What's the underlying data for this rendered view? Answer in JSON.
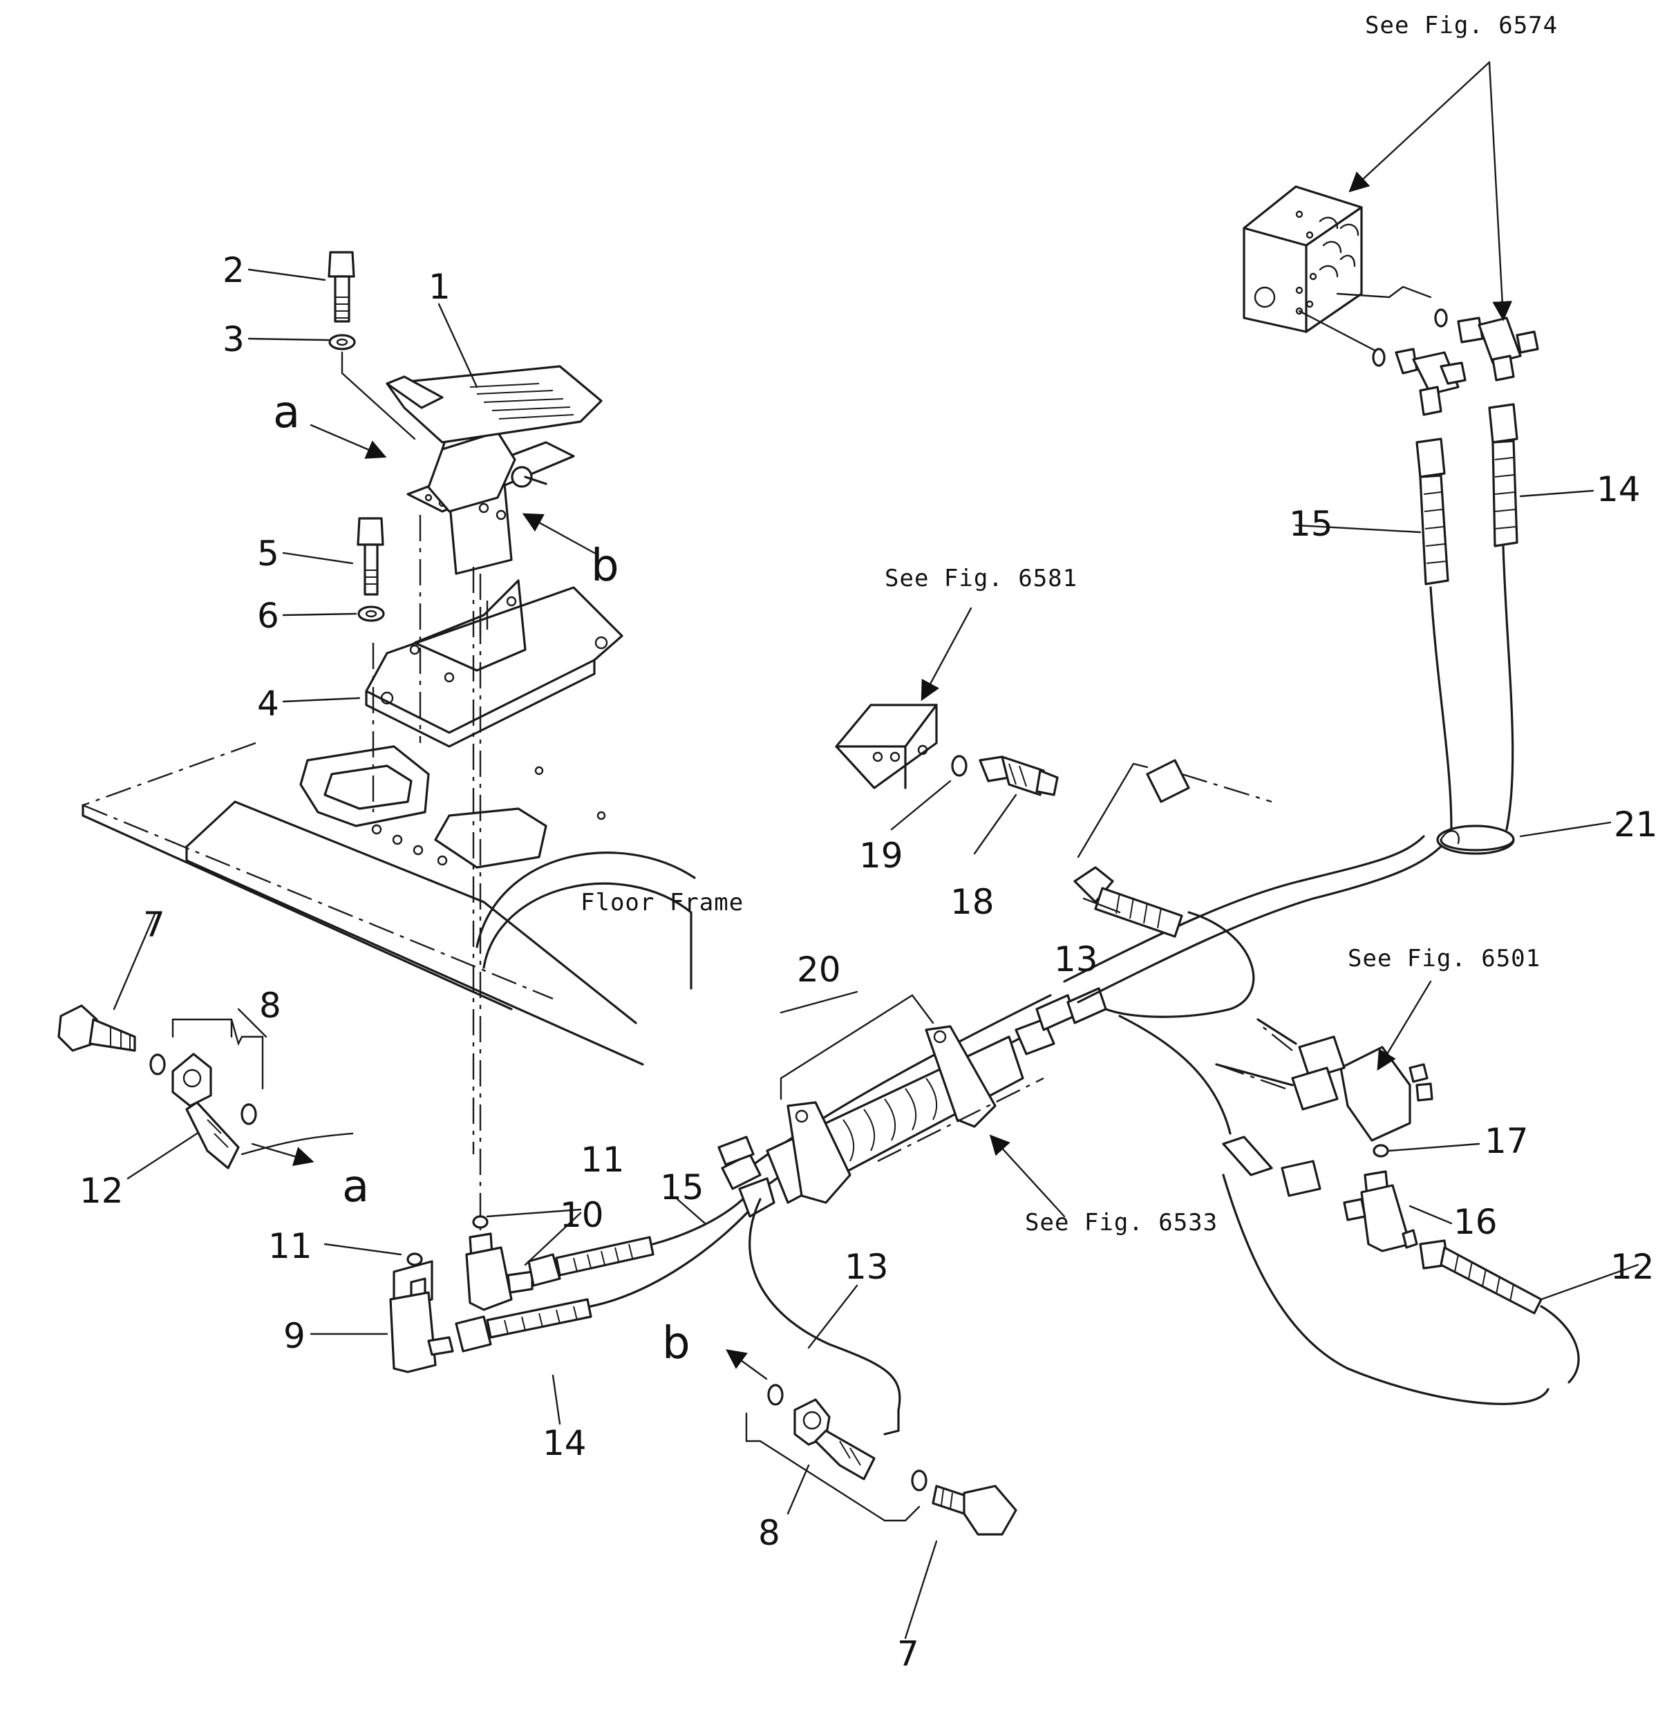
{
  "references": {
    "fig_6574": "See  Fig.  6574",
    "fig_6581": "See  Fig.  6581",
    "fig_6501": "See  Fig.  6501",
    "fig_6533": "See  Fig.  6533",
    "floor_frame": "Floor  Frame"
  },
  "view_markers": {
    "a_pedal": "a",
    "a_hose": "a",
    "b_pedal": "b",
    "b_hose": "b"
  },
  "callouts": {
    "p1": "1",
    "p2": "2",
    "p3": "3",
    "p4": "4",
    "p5": "5",
    "p6": "6",
    "p7_left": "7",
    "p7_bottom": "7",
    "p8_left": "8",
    "p8_bottom": "8",
    "p9": "9",
    "p10": "10",
    "p11_a": "11",
    "p11_b": "11",
    "p12_left": "12",
    "p12_right": "12",
    "p13_top": "13",
    "p13_bottom": "13",
    "p14_top": "14",
    "p14_bottom": "14",
    "p15_top": "15",
    "p15_mid": "15",
    "p16": "16",
    "p17": "17",
    "p18": "18",
    "p19": "19",
    "p20": "20",
    "p21": "21"
  }
}
